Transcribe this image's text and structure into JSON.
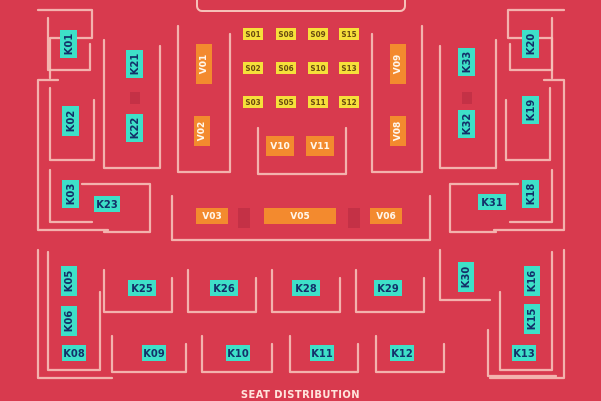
{
  "caption": "SEAT DISTRIBUTION",
  "colors": {
    "background": "#d83a4e",
    "k_booth": "#3ee0c8",
    "s_seat": "#f6e03a",
    "v_seat": "#f38a2e",
    "walls": "#f6c0b8"
  },
  "k_sections": [
    "K01",
    "K02",
    "K03",
    "K05",
    "K06",
    "K08",
    "K09",
    "K10",
    "K11",
    "K12",
    "K13",
    "K15",
    "K16",
    "K18",
    "K19",
    "K20",
    "K21",
    "K22",
    "K23",
    "K25",
    "K26",
    "K28",
    "K29",
    "K30",
    "K31",
    "K32",
    "K33"
  ],
  "s_seats": [
    "S01",
    "S08",
    "S09",
    "S15",
    "S02",
    "S06",
    "S10",
    "S13",
    "S03",
    "S05",
    "S11",
    "S12"
  ],
  "v_sections": [
    "V01",
    "V02",
    "V03",
    "V05",
    "V06",
    "V08",
    "V09",
    "V10",
    "V11"
  ]
}
